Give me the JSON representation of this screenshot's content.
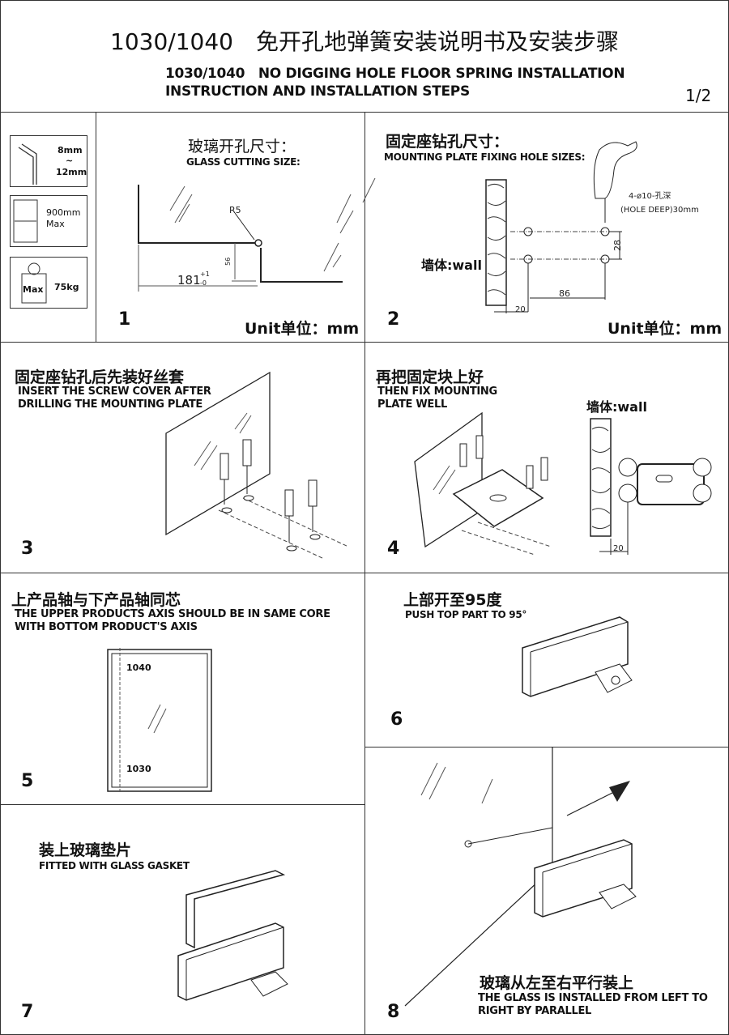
{
  "header": {
    "title": "1030/1040　免开孔地弹簧安装说明书及安装步骤",
    "subtitle_line1": "1030/1040　NO DIGGING HOLE FLOOR SPRING INSTALLATION",
    "subtitle_line2": "INSTRUCTION AND INSTALLATION STEPS",
    "page": "1/2"
  },
  "specs": {
    "thickness": "8mm\n~\n12mm",
    "thickness_a": "8mm",
    "thickness_b": "~",
    "thickness_c": "12mm",
    "width_a": "900mm",
    "width_b": "Max",
    "weight_tag": "Max",
    "weight": "75kg"
  },
  "steps": [
    {
      "number": "1",
      "title_cn": "玻璃开孔尺寸：",
      "title_en": "GLASS CUTTING SIZE:",
      "unit": "Unit单位：mm",
      "dims": {
        "radius": "R5",
        "height": "56",
        "width": "181",
        "tol_plus": "+1",
        "tol_minus": "-0"
      }
    },
    {
      "number": "2",
      "title_cn": "固定座钻孔尺寸：",
      "title_en": "MOUNTING PLATE FIXING HOLE SIZES:",
      "unit": "Unit单位：mm",
      "wall": "墙体:wall",
      "dims": {
        "hole_line1": "4-ø10-孔深",
        "hole_line2": "(HOLE DEEP)30mm",
        "spacing": "28",
        "length": "86",
        "offset": "20"
      }
    },
    {
      "number": "3",
      "title_cn": "固定座钻孔后先装好丝套",
      "title_en_1": "INSERT THE SCREW COVER AFTER",
      "title_en_2": "DRILLING THE MOUNTING PLATE"
    },
    {
      "number": "4",
      "title_cn": "再把固定块上好",
      "title_en_1": "THEN FIX MOUNTING",
      "title_en_2": "PLATE WELL",
      "wall": "墙体:wall",
      "offset": "20"
    },
    {
      "number": "5",
      "title_cn": "上产品轴与下产品轴同芯",
      "title_en_1": "THE UPPER PRODUCTS AXIS SHOULD BE IN SAME CORE",
      "title_en_2": "WITH BOTTOM PRODUCT'S AXIS",
      "top_label": "1040",
      "bottom_label": "1030"
    },
    {
      "number": "6",
      "title_cn": "上部开至95度",
      "title_en": "PUSH TOP PART TO 95°"
    },
    {
      "number": "7",
      "title_cn": "装上玻璃垫片",
      "title_en": "FITTED WITH GLASS GASKET"
    },
    {
      "number": "8",
      "title_cn": "玻璃从左至右平行装上",
      "title_en_1": "THE GLASS IS INSTALLED FROM LEFT TO",
      "title_en_2": "RIGHT BY PARALLEL"
    }
  ]
}
